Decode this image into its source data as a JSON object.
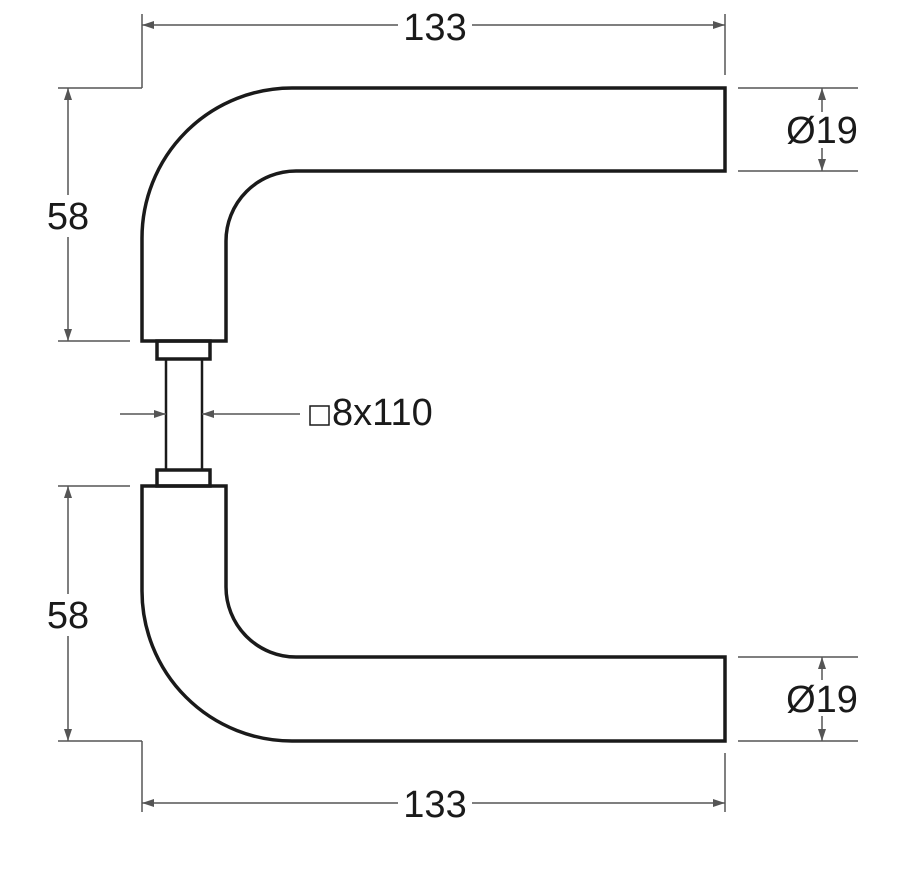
{
  "dimensions": {
    "top_length": "133",
    "bottom_length": "133",
    "top_height": "58",
    "bottom_height": "58",
    "top_diameter": "Ø19",
    "bottom_diameter": "Ø19",
    "spindle": "8x110"
  },
  "spindle_symbol": "square-icon",
  "colors": {
    "line": "#1a1a1a",
    "dimension": "#555555"
  }
}
